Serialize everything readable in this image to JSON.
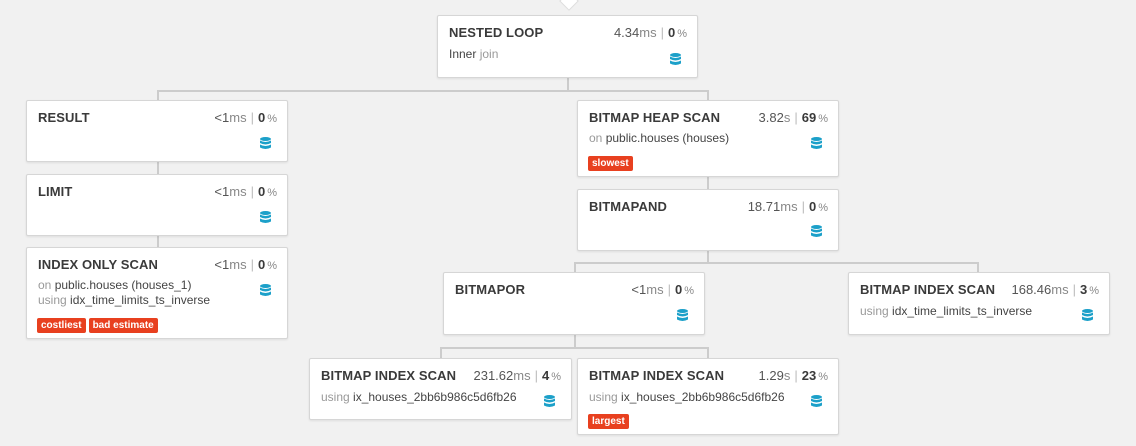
{
  "nodes": {
    "nested_loop": {
      "title": "NESTED LOOP",
      "time": "4.34",
      "unit": "ms",
      "pct": "0",
      "pct_sign": "%",
      "line1_muted_prefix": "",
      "line1_value": "Inner",
      "line1_muted_suffix": " join"
    },
    "result": {
      "title": "RESULT",
      "time": "<1",
      "unit": "ms",
      "pct": "0",
      "pct_sign": "%"
    },
    "limit": {
      "title": "LIMIT",
      "time": "<1",
      "unit": "ms",
      "pct": "0",
      "pct_sign": "%"
    },
    "index_only_scan": {
      "title": "INDEX ONLY SCAN",
      "time": "<1",
      "unit": "ms",
      "pct": "0",
      "pct_sign": "%",
      "line1_prefix": "on ",
      "line1_value": "public.houses (houses_1)",
      "line2_prefix": "using ",
      "line2_value": "idx_time_limits_ts_inverse",
      "tags": [
        "costliest",
        "bad estimate"
      ]
    },
    "bitmap_heap_scan": {
      "title": "BITMAP HEAP SCAN",
      "time": "3.82",
      "unit": "s",
      "pct": "69",
      "pct_sign": "%",
      "line1_prefix": "on ",
      "line1_value": "public.houses (houses)",
      "tags": [
        "slowest"
      ]
    },
    "bitmapand": {
      "title": "BITMAPAND",
      "time": "18.71",
      "unit": "ms",
      "pct": "0",
      "pct_sign": "%"
    },
    "bitmapor": {
      "title": "BITMAPOR",
      "time": "<1",
      "unit": "ms",
      "pct": "0",
      "pct_sign": "%"
    },
    "bitmap_index_scan_right": {
      "title": "BITMAP INDEX SCAN",
      "time": "168.46",
      "unit": "ms",
      "pct": "3",
      "pct_sign": "%",
      "line1_prefix": "using ",
      "line1_value": "idx_time_limits_ts_inverse"
    },
    "bitmap_index_scan_a": {
      "title": "BITMAP INDEX SCAN",
      "time": "231.62",
      "unit": "ms",
      "pct": "4",
      "pct_sign": "%",
      "line1_prefix": "using ",
      "line1_value": "ix_houses_2bb6b986c5d6fb26"
    },
    "bitmap_index_scan_b": {
      "title": "BITMAP INDEX SCAN",
      "time": "1.29",
      "unit": "s",
      "pct": "23",
      "pct_sign": "%",
      "line1_prefix": "using ",
      "line1_value": "ix_houses_2bb6b986c5d6fb26",
      "tags": [
        "largest"
      ]
    }
  },
  "icons": {
    "node_icon": "database-icon"
  },
  "colors": {
    "tag": "#e8401f",
    "db_icon": "#1ca0c9",
    "connector": "#cccccc"
  }
}
